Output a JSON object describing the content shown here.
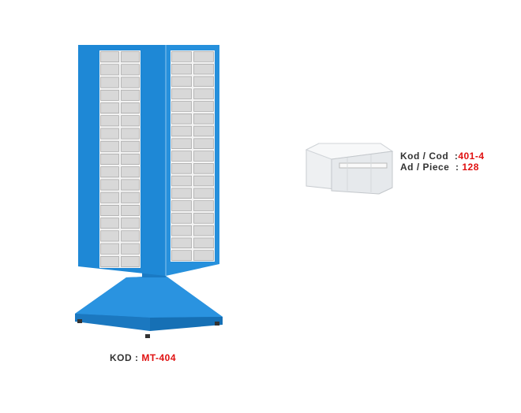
{
  "product": {
    "code_label": "KOD :",
    "code_value": "MT-404",
    "color": "#1e88d6"
  },
  "drawer": {
    "code_label": "Kod / Cod",
    "code_sep": ":",
    "code_value": "401-4",
    "piece_label": "Ad / Piece",
    "piece_sep": ":",
    "piece_value": "128"
  }
}
